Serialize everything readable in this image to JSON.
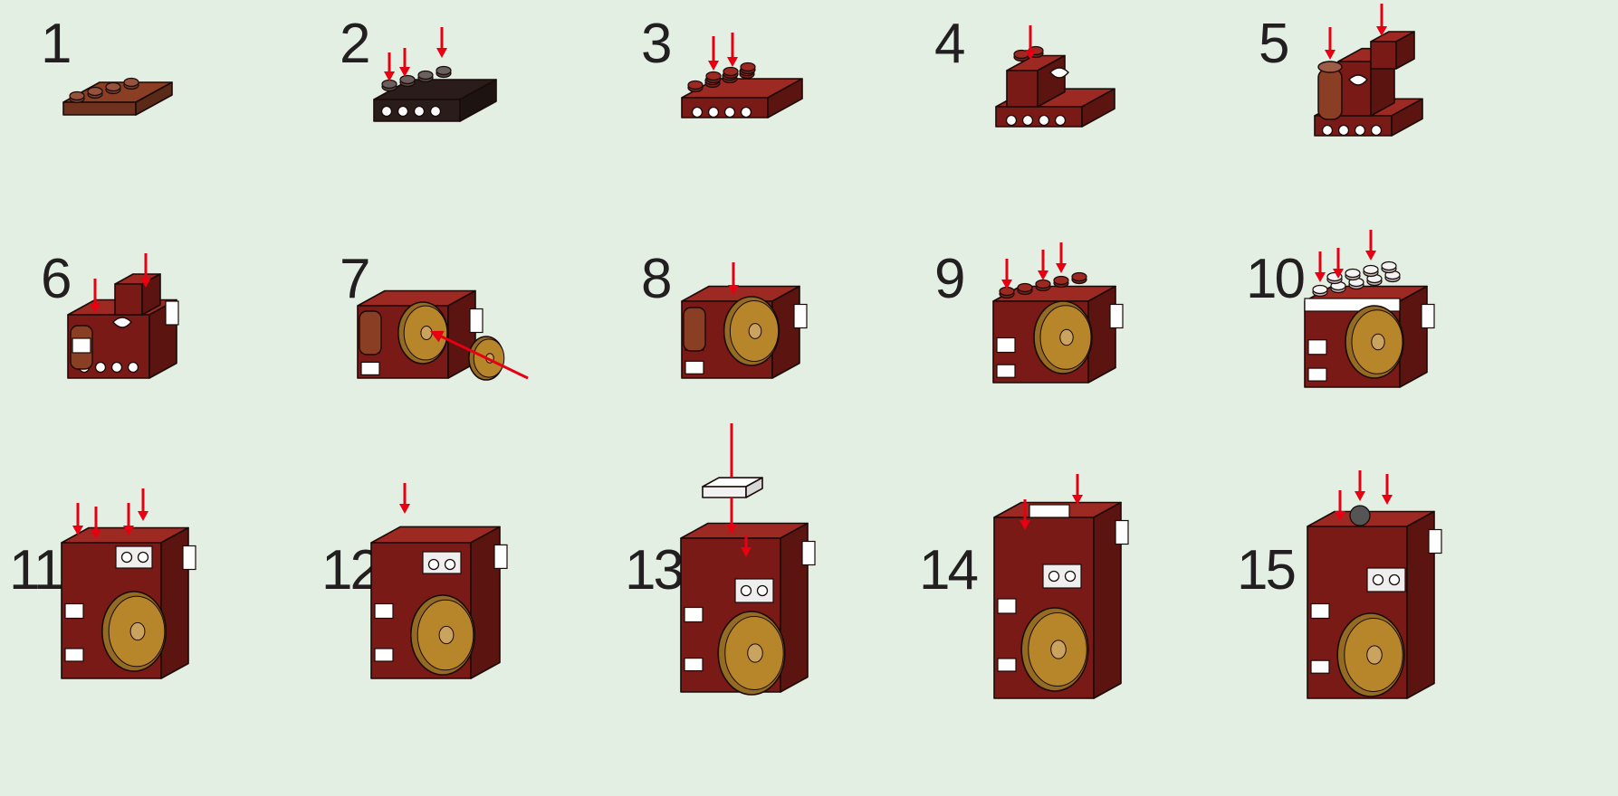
{
  "instructions": {
    "steps": [
      {
        "number": "1",
        "stage": "plate-1x4"
      },
      {
        "number": "2",
        "stage": "base-row-3-arrows"
      },
      {
        "number": "3",
        "stage": "add-plate-2-arrows"
      },
      {
        "number": "4",
        "stage": "add-bricks-hinge-1-arrow"
      },
      {
        "number": "5",
        "stage": "add-round-brick-2-arrows"
      },
      {
        "number": "6",
        "stage": "add-bricks-2-arrows"
      },
      {
        "number": "7",
        "stage": "attach-gold-dish"
      },
      {
        "number": "8",
        "stage": "add-brick-1-arrow"
      },
      {
        "number": "9",
        "stage": "add-plates-3-arrows"
      },
      {
        "number": "10",
        "stage": "add-white-plates-3-arrows"
      },
      {
        "number": "11",
        "stage": "add-bricks-4-arrows"
      },
      {
        "number": "12",
        "stage": "add-brick-1-arrow"
      },
      {
        "number": "13",
        "stage": "add-white-tile"
      },
      {
        "number": "14",
        "stage": "add-plates-2-arrows"
      },
      {
        "number": "15",
        "stage": "add-top-pieces-3-arrows"
      }
    ]
  },
  "colors": {
    "background": "#e2efe2",
    "brick_dark_red": "#7a1a17",
    "brick_red_top": "#9c2a22",
    "brick_brown": "#8a3f25",
    "brick_white": "#ffffff",
    "brick_black": "#2a1c1a",
    "gold_dish": "#b8862a",
    "arrow_red": "#e60012",
    "outline": "#1a0a08",
    "number_text": "#231f20"
  }
}
